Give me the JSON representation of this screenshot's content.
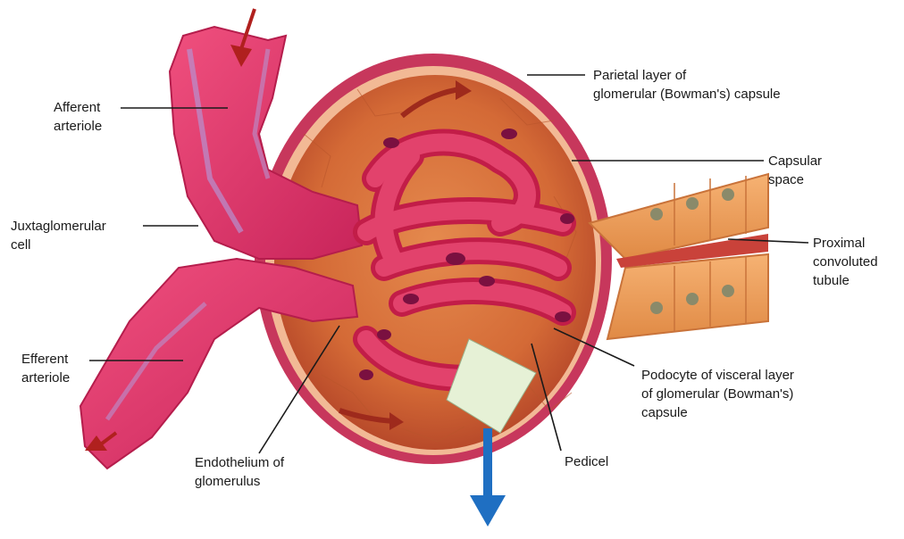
{
  "labels": {
    "afferent": "Afferent\narteriole",
    "juxta": "Juxtaglomerular\ncell",
    "efferent": "Efferent\narteriole",
    "endothelium": "Endothelium of\nglomerulus",
    "pedicel": "Pedicel",
    "podocyte": "Podocyte of visceral layer\nof glomerular (Bowman's)\ncapsule",
    "pct": "Proximal\nconvoluted\ntubule",
    "capsular_space": "Capsular\nspace",
    "parietal": "Parietal layer of\nglomerular (Bowman's) capsule"
  },
  "colors": {
    "vessel": "#e0336a",
    "vessel_dark": "#b51d4c",
    "capsule_outer": "#c93a5c",
    "capsule_space": "#d86a3c",
    "glomerulus": "#d8244f",
    "tubule": "#f0a060",
    "arrow_red": "#b0201e",
    "arrow_blue": "#1f6fc2"
  }
}
